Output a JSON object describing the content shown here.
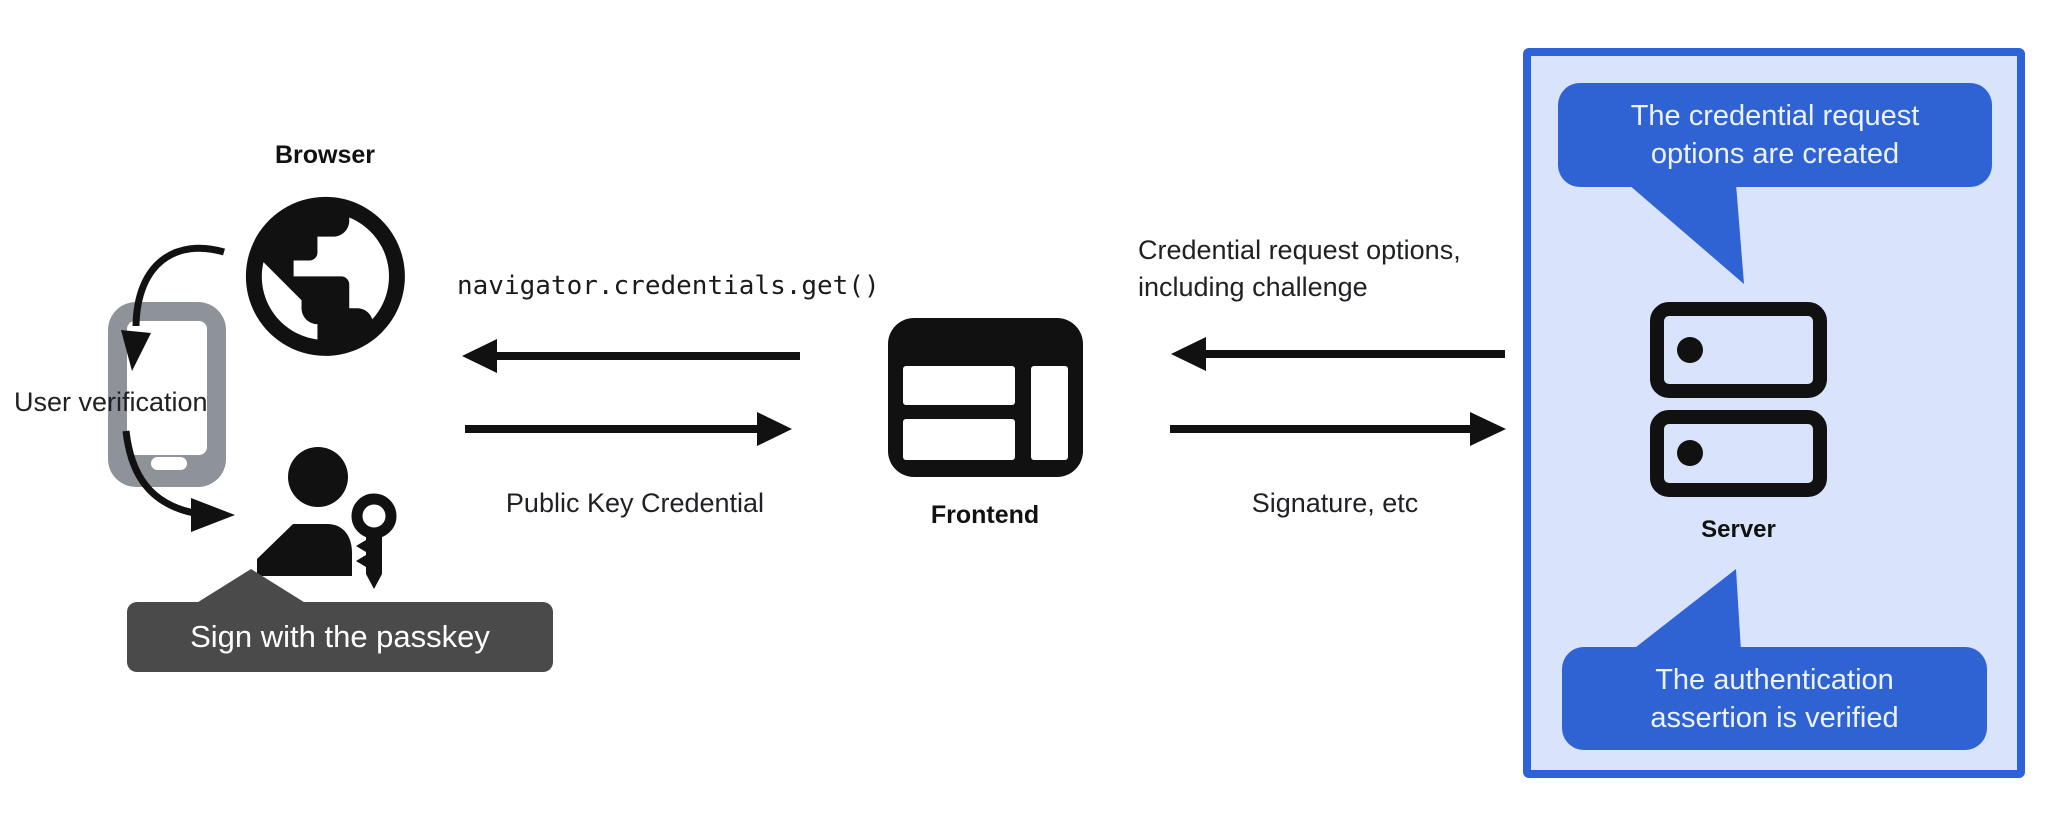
{
  "colors": {
    "background": "#ffffff",
    "ink": "#111111",
    "text": "#202124",
    "panel_bg": "#d9e4fc",
    "panel_border": "#2e62d9",
    "bubble_bg": "#2f62d3",
    "bubble_text": "#ecf2fe",
    "tooltip_bg": "#4a4a4a",
    "tooltip_text": "#ffffff",
    "phone_gray": "#8d9399"
  },
  "icons": {
    "browser": "globe-icon",
    "user_device": "phone-icon",
    "user": "person-icon",
    "passkey": "key-icon",
    "frontend": "browser-window-icon",
    "server": "server-stack-icon"
  },
  "left": {
    "browser_label": "Browser",
    "user_verification_label": "User verification",
    "tooltip_label": "Sign with the passkey"
  },
  "middle": {
    "code_call": "navigator.credentials.get()",
    "public_key_credential_label": "Public Key Credential",
    "frontend_label": "Frontend"
  },
  "right": {
    "credential_request_line1": "Credential request options,",
    "credential_request_line2": "including challenge",
    "signature_label": "Signature, etc",
    "server_label": "Server",
    "bubble_top_line1": "The credential request",
    "bubble_top_line2": "options are created",
    "bubble_bottom_line1": "The authentication",
    "bubble_bottom_line2": "assertion is verified"
  }
}
